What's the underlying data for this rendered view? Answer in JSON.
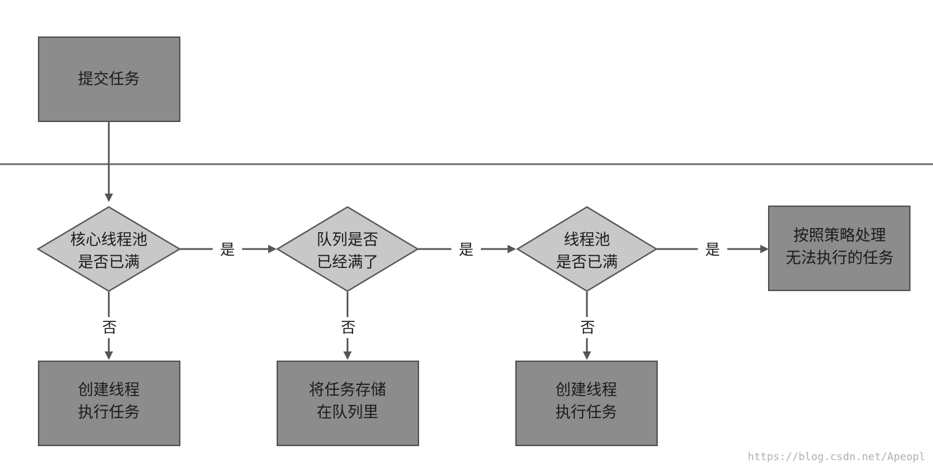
{
  "nodes": {
    "submit": [
      "提交任务"
    ],
    "core_check": [
      "核心线程池",
      "是否已满"
    ],
    "queue_check": [
      "队列是否",
      "已经满了"
    ],
    "pool_check": [
      "线程池",
      "是否已满"
    ],
    "reject": [
      "按照策略处理",
      "无法执行的任务"
    ],
    "create_core": [
      "创建线程",
      "执行任务"
    ],
    "enqueue": [
      "将任务存储",
      "在队列里"
    ],
    "create_pool": [
      "创建线程",
      "执行任务"
    ]
  },
  "edges": {
    "yes": "是",
    "no": "否"
  },
  "watermark": "https://blog.csdn.net/Apeopl",
  "colors": {
    "box_fill": "#8c8c8c",
    "diamond_fill": "#c8c8c8",
    "stroke": "#555555",
    "divider": "#6a6a6a"
  }
}
